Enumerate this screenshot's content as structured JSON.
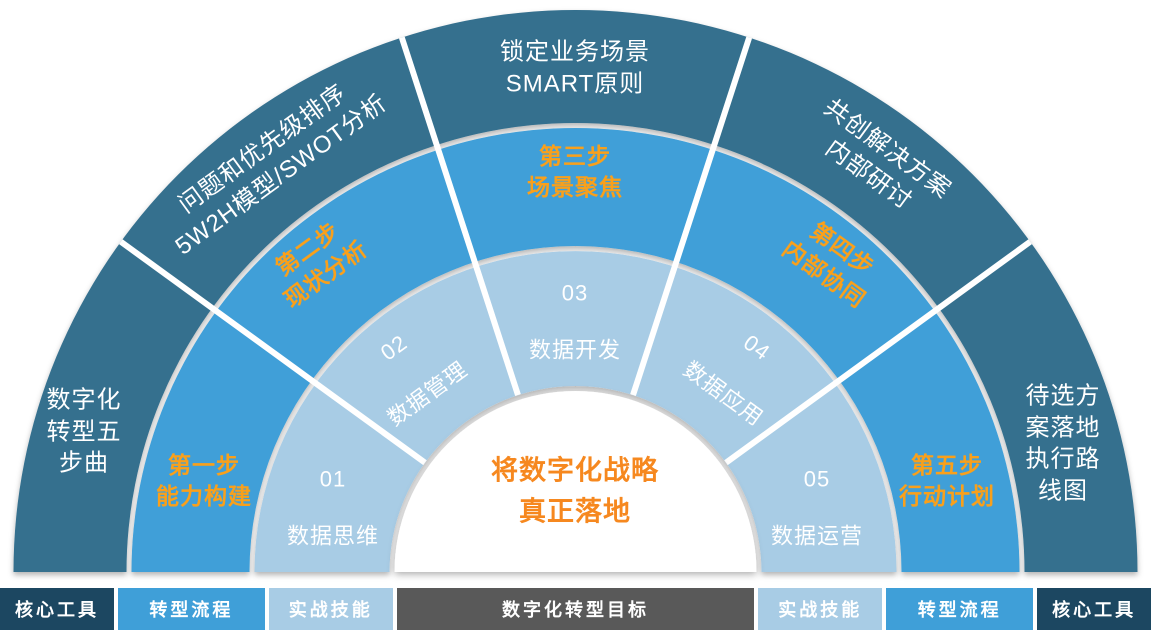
{
  "colors": {
    "outer_ring": "#35708E",
    "middle_ring": "#3F9FD8",
    "inner_ring": "#A8CCE5",
    "step_accent": "#F9A01B",
    "center_accent": "#F6881F",
    "legend_dark": "#1C4761",
    "legend_blue": "#3F9FD8",
    "legend_light": "#A8CCE5",
    "legend_gray": "#595959",
    "ring_text": "#FFFFFF"
  },
  "fan": {
    "outer": [
      {
        "text": "数字化\n转型五\n步曲"
      },
      {
        "text": "问题和优先级排序\n5W2H模型/SWOT分析"
      },
      {
        "text": "锁定业务场景\nSMART原则"
      },
      {
        "text": "共创解决方案\n内部研讨"
      },
      {
        "text": "待选方\n案落地\n执行路\n线图"
      }
    ],
    "steps": [
      {
        "text": "第一步\n能力构建"
      },
      {
        "text": "第二步\n现状分析"
      },
      {
        "text": "第三步\n场景聚焦"
      },
      {
        "text": "第四步\n内部协同"
      },
      {
        "text": "第五步\n行动计划"
      }
    ],
    "inner": [
      {
        "num": "01",
        "label": "数据思维"
      },
      {
        "num": "02",
        "label": "数据管理"
      },
      {
        "num": "03",
        "label": "数据开发"
      },
      {
        "num": "04",
        "label": "数据应用"
      },
      {
        "num": "05",
        "label": "数据运营"
      }
    ],
    "center": "将数字化战略\n真正落地"
  },
  "legend": [
    {
      "label": "核心工具",
      "variant": "dark"
    },
    {
      "label": "转型流程",
      "variant": "blue"
    },
    {
      "label": "实战技能",
      "variant": "light"
    },
    {
      "label": "数字化转型目标",
      "variant": "gray"
    },
    {
      "label": "实战技能",
      "variant": "light"
    },
    {
      "label": "转型流程",
      "variant": "blue"
    },
    {
      "label": "核心工具",
      "variant": "dark"
    }
  ]
}
